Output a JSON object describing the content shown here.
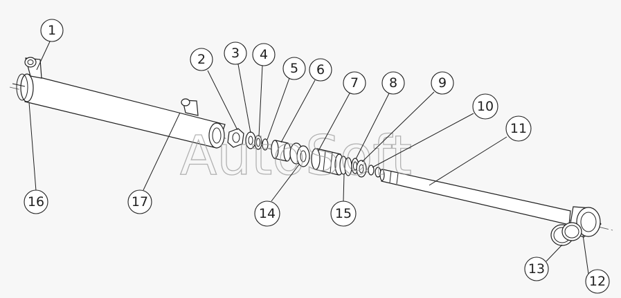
{
  "watermark": "AutoSoft",
  "callouts": [
    "1",
    "2",
    "3",
    "4",
    "5",
    "6",
    "7",
    "8",
    "9",
    "10",
    "11",
    "12",
    "13",
    "14",
    "15",
    "16",
    "17"
  ],
  "colors": {
    "line": "#1e1e1e",
    "background": "#f7f7f7",
    "watermark": "#9a9a9a"
  }
}
